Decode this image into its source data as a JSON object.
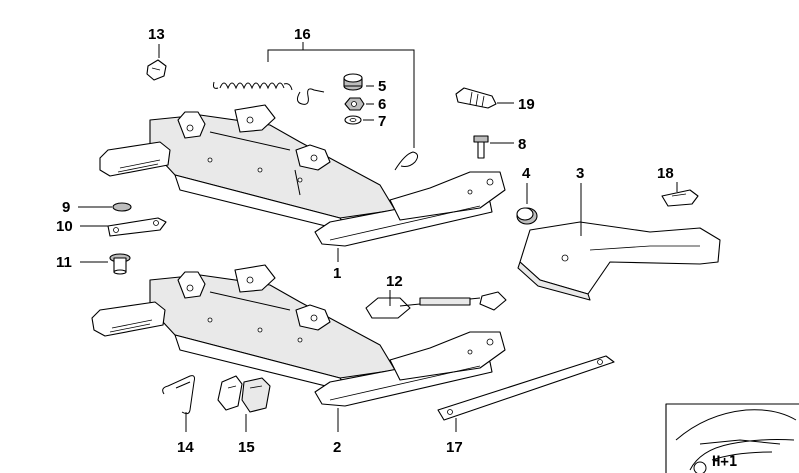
{
  "callouts": {
    "c1": "1",
    "c2": "2",
    "c3": "3",
    "c4": "4",
    "c5": "5",
    "c6": "6",
    "c7": "7",
    "c8": "8",
    "c9": "9",
    "c10": "10",
    "c11": "11",
    "c12": "12",
    "c13": "13",
    "c14": "14",
    "c15": "15",
    "c16": "16",
    "c17": "17",
    "c18": "18",
    "c19": "19"
  },
  "inset": {
    "logo_text": "H+1"
  }
}
